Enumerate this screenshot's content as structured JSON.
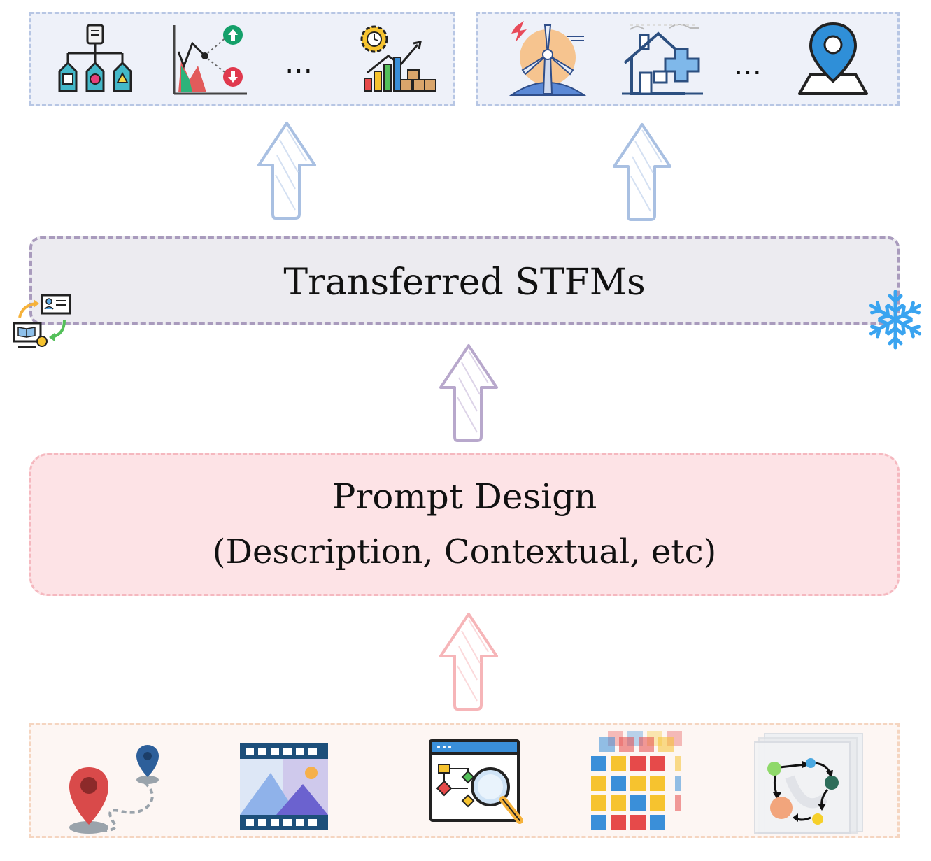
{
  "top_left_panel": {
    "icons": [
      "hierarchy-org-chart-icon",
      "market-trend-chart-icon",
      "productivity-growth-chart-icon"
    ],
    "ellipsis": "…"
  },
  "top_right_panel": {
    "icons": [
      "wind-turbine-energy-icon",
      "healthcare-house-icon",
      "map-location-pin-icon"
    ],
    "ellipsis": "…"
  },
  "stfm_box": {
    "title": "Transferred STFMs",
    "left_badge_icon": "model-transfer-icon",
    "right_badge_icon": "snowflake-frozen-icon"
  },
  "prompt_box": {
    "title": "Prompt Design",
    "subtitle": "(Description, Contextual, etc)"
  },
  "bottom_panel": {
    "icons": [
      "trajectory-route-icon",
      "video-frames-icon",
      "flowchart-search-icon",
      "grid-raster-stack-icon",
      "graph-network-cube-icon"
    ]
  },
  "colors": {
    "top_panel_fill": "#eef1f9",
    "top_panel_border": "#b7c6e4",
    "stfm_fill": "#ecebf0",
    "stfm_border": "#a99bbd",
    "prompt_fill": "#fde3e6",
    "prompt_border": "#f5b8bf",
    "bottom_fill": "#fdf6f3",
    "bottom_border": "#f5d5c0",
    "arrow_top": "#a9c0e2",
    "arrow_middle": "#b8a8cc",
    "arrow_bottom": "#f6b5b8"
  }
}
